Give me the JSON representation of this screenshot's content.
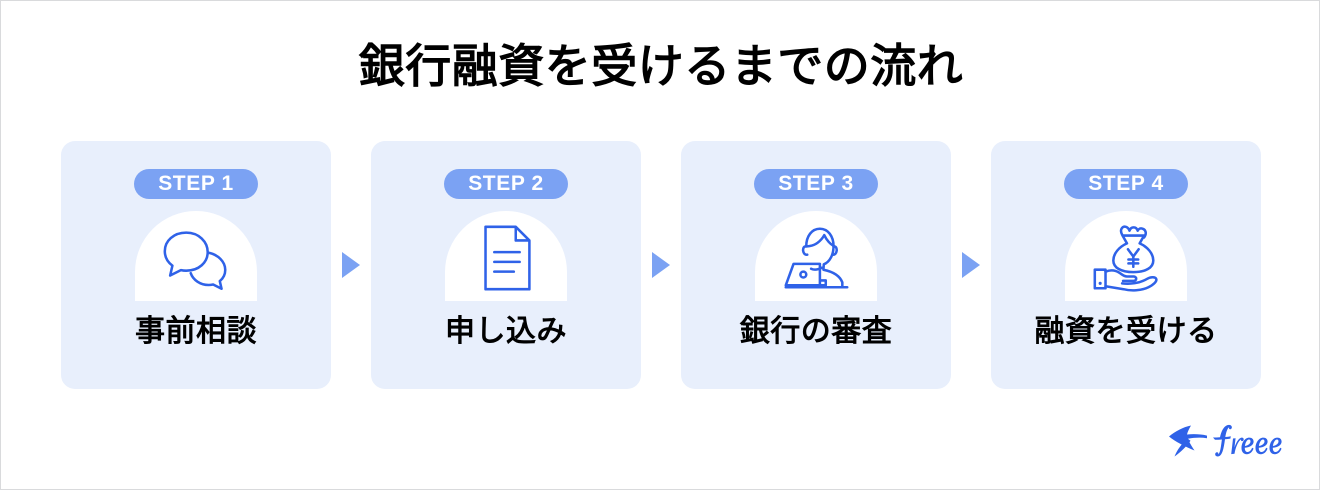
{
  "page": {
    "title": "銀行融資を受けるまでの流れ",
    "background_color": "#ffffff",
    "border_color": "#d9dadc"
  },
  "theme": {
    "card_background": "#e8effc",
    "badge_background": "#7ba2f3",
    "badge_text_color": "#ffffff",
    "icon_stroke_color": "#2f62e8",
    "arrow_color": "#7ba2f3",
    "label_color": "#000000",
    "logo_color": "#2f62e8"
  },
  "steps": [
    {
      "badge": "STEP 1",
      "label": "事前相談",
      "icon": "speech-bubbles-icon"
    },
    {
      "badge": "STEP 2",
      "label": "申し込み",
      "icon": "document-icon"
    },
    {
      "badge": "STEP 3",
      "label": "銀行の審査",
      "icon": "person-at-laptop-icon"
    },
    {
      "badge": "STEP 4",
      "label": "融資を受ける",
      "icon": "hand-holding-money-bag-icon"
    }
  ],
  "arrows": [
    {
      "name": "arrow-step1-to-step2",
      "glyph": "right-triangle"
    },
    {
      "name": "arrow-step2-to-step3",
      "glyph": "right-triangle"
    },
    {
      "name": "arrow-step3-to-step4",
      "glyph": "right-triangle"
    }
  ],
  "logo": {
    "text": "freee",
    "mark": "swallow-bird-icon"
  }
}
